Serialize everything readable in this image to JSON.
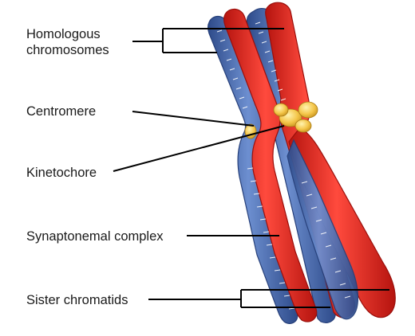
{
  "labels": {
    "homologous_line1": "Homologous",
    "homologous_line2": "chromosomes",
    "centromere": "Centromere",
    "kinetochore": "Kinetochore",
    "synaptonemal": "Synaptonemal complex",
    "sister": "Sister chromatids"
  },
  "colors": {
    "blue_chromatid": "#4a6fb5",
    "blue_chromatid_dark": "#2e4b8a",
    "red_chromatid": "#e8231c",
    "red_chromatid_dark": "#a8100c",
    "centromere": "#f4c64a",
    "synaptonemal_fibers": "#ffffff",
    "leader_lines": "#000000"
  },
  "icons": {
    "chromosome": "tetrad-illustration"
  }
}
